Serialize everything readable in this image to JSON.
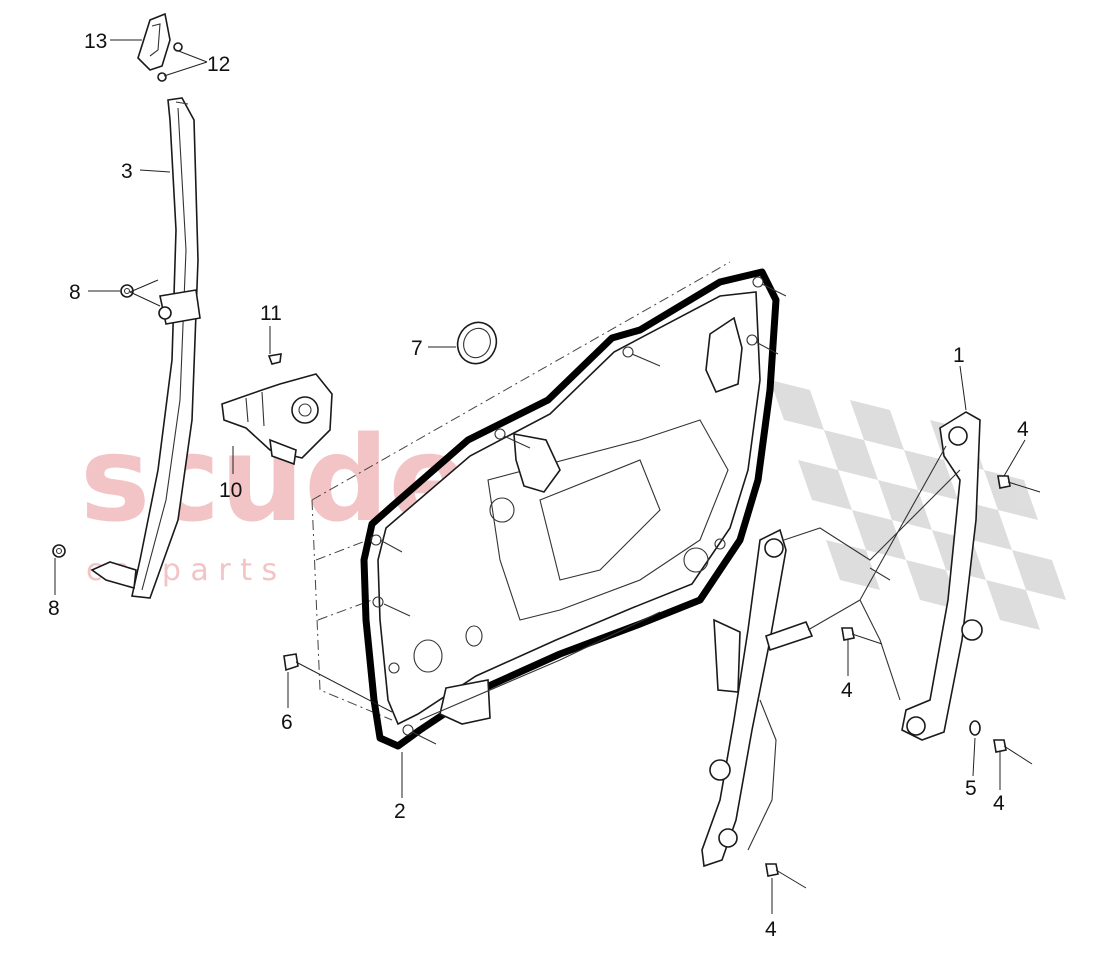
{
  "watermark": {
    "main": "scuderia",
    "sub": "c a r   p a r t s",
    "color": "#f3c4c6",
    "flag_color": "#d8d8d8"
  },
  "callouts": {
    "n1": "1",
    "n2": "2",
    "n3": "3",
    "n4a": "4",
    "n4b": "4",
    "n4c": "4",
    "n5": "5",
    "n6": "6",
    "n7": "7",
    "n8a": "8",
    "n8b": "8",
    "n10": "10",
    "n11": "11",
    "n12": "12",
    "n13": "13"
  }
}
